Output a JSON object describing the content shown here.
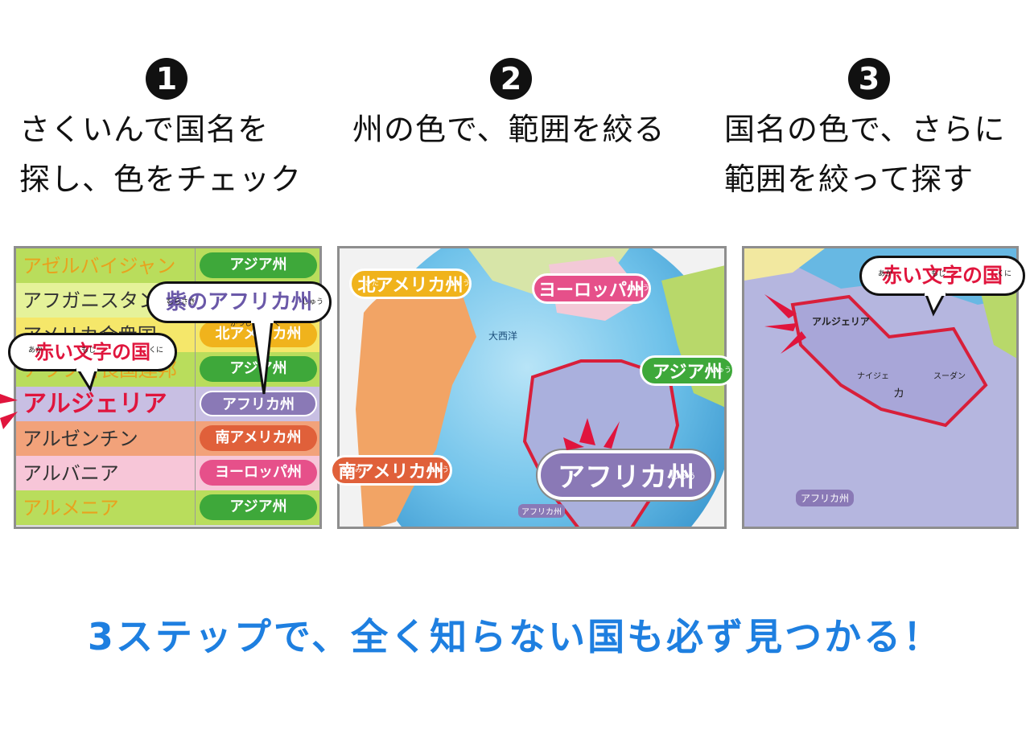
{
  "steps": [
    {
      "number": "1",
      "lines": [
        "さくいんで国名を",
        "探し、色をチェック"
      ]
    },
    {
      "number": "2",
      "lines": [
        "州の色で、範囲を絞る"
      ]
    },
    {
      "number": "3",
      "lines": [
        "国名の色で、さらに",
        "範囲を絞って探す"
      ]
    }
  ],
  "index_table": {
    "rows": [
      {
        "country": "アゼルバイジャン",
        "region": "アジア州",
        "row_color": "#b9dd5c",
        "name_color": "#e8a21e",
        "pill_color": "#3ea83a"
      },
      {
        "country": "アフガニスタン",
        "region": "アジア州",
        "row_color": "#e5f29a",
        "name_color": "#333333",
        "pill_color": "#3ea83a"
      },
      {
        "country": "アメリカ合衆国",
        "region": "北アメリカ州",
        "row_color": "#f5e76a",
        "name_color": "#333333",
        "pill_color": "#f0b31c"
      },
      {
        "country": "アラブ首長国連邦",
        "region": "アジア州",
        "row_color": "#b9dd5c",
        "name_color": "#e8a21e",
        "pill_color": "#3ea83a"
      },
      {
        "country": "アルジェリア",
        "region": "アフリカ州",
        "row_color": "#c8bfe3",
        "name_color": "#e0153d",
        "pill_color": "#8a79b6"
      },
      {
        "country": "アルゼンチン",
        "region": "南アメリカ州",
        "row_color": "#f2a27a",
        "name_color": "#333333",
        "pill_color": "#e0603a"
      },
      {
        "country": "アルバニア",
        "region": "ヨーロッパ州",
        "row_color": "#f7c6d8",
        "name_color": "#333333",
        "pill_color": "#e6508a"
      },
      {
        "country": "アルメニア",
        "region": "アジア州",
        "row_color": "#b9dd5c",
        "name_color": "#e8a21e",
        "pill_color": "#3ea83a"
      }
    ],
    "callout_purple": {
      "text": "紫のアフリカ州",
      "ruby_left": "むらさき",
      "ruby_right": "しゅう"
    },
    "callout_red": {
      "text": "赤い文字の国",
      "ruby": [
        "あか",
        "もじ",
        "くに"
      ]
    },
    "ruby_gasshukoku": "がっしゅうこく"
  },
  "globe_map": {
    "labels": [
      {
        "text": "北アメリカ州",
        "ruby_left": "きた",
        "ruby_right": "しゅう",
        "color": "#f0b31c"
      },
      {
        "text": "ヨーロッパ州",
        "ruby_right": "しゅう",
        "color": "#e6508a"
      },
      {
        "text": "アジア州",
        "ruby_right": "しゅう",
        "color": "#3ea83a"
      },
      {
        "text": "南アメリカ州",
        "ruby_left": "みなみ",
        "ruby_right": "しゅう",
        "color": "#e0603a"
      },
      {
        "text": "アフリカ州",
        "ruby_right": "しゅう",
        "color": "#8a79b6"
      }
    ],
    "ocean_label": "大西洋",
    "small_africa_label": "アフリカ州"
  },
  "zoom_map": {
    "callout": {
      "text": "赤い文字の国",
      "ruby": [
        "あか",
        "もじ",
        "くに"
      ]
    },
    "country_label": "アルジェリア",
    "small_label": "アフリカ州",
    "place_labels": [
      "カ",
      "スーダン",
      "ナイジェ"
    ]
  },
  "tagline": "3ステップで、全く知らない国も必ず見つかる！",
  "colors": {
    "tagline": "#1e7fe0",
    "africa_border": "#d81f3a",
    "accent_red": "#e0153d"
  }
}
